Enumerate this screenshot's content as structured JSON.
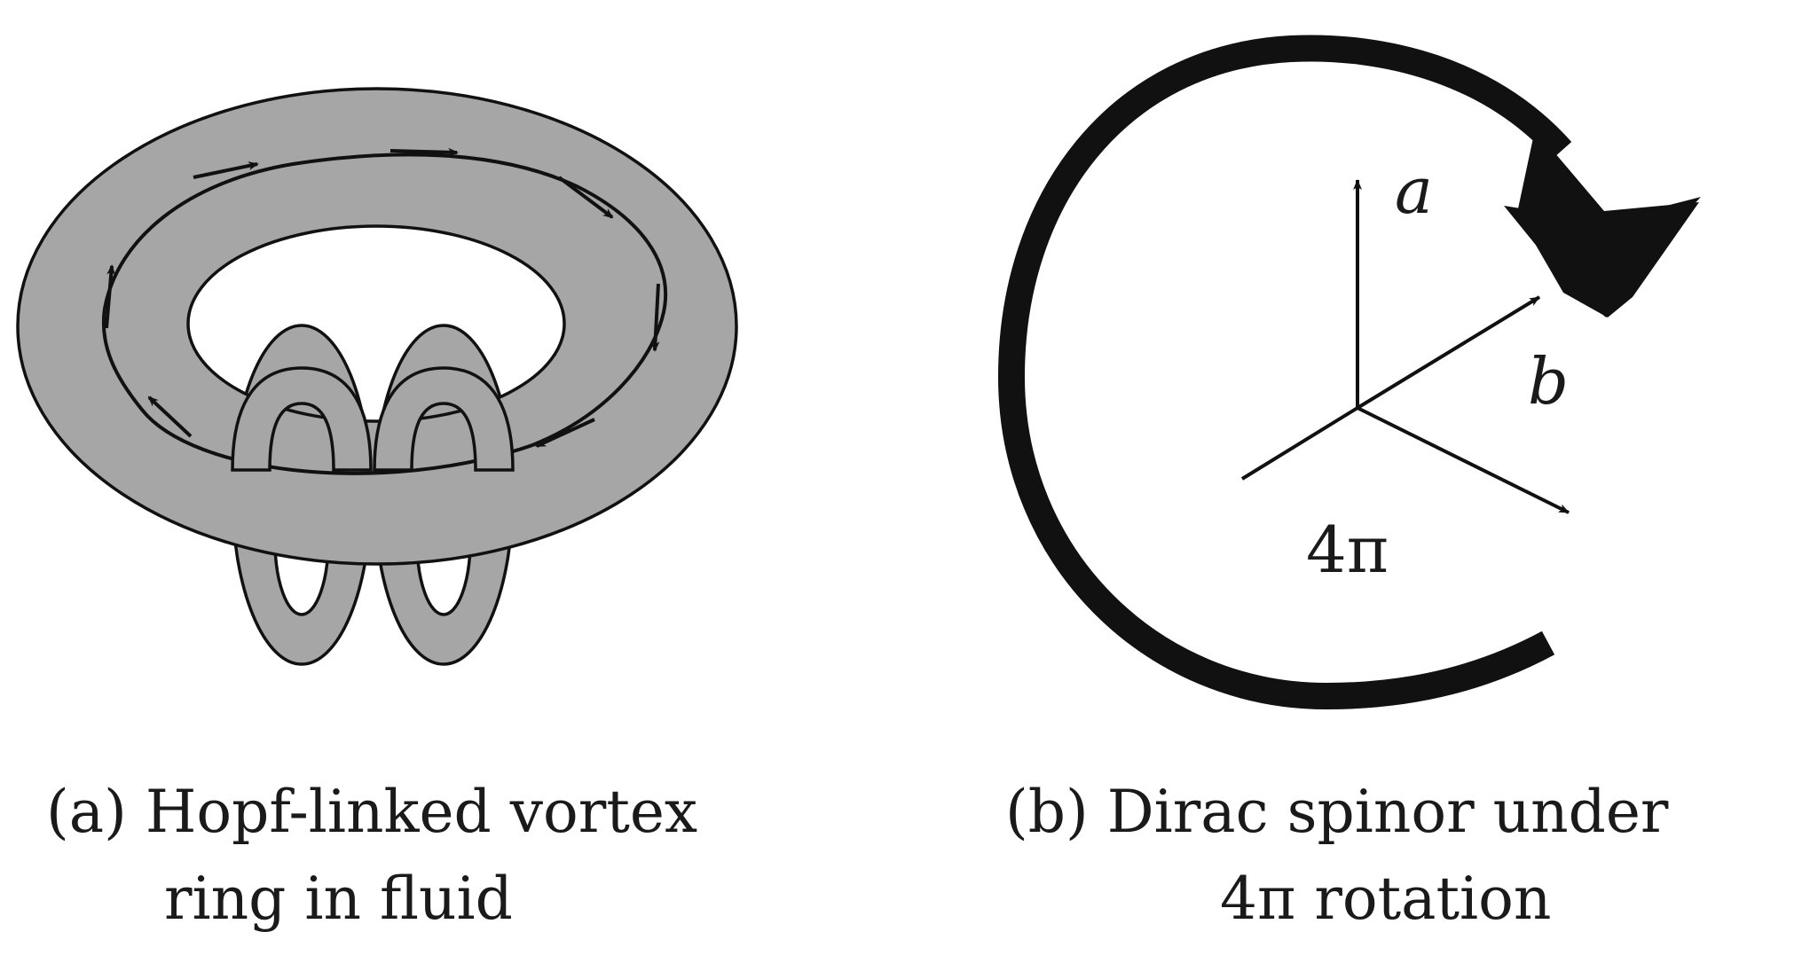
{
  "panel_a": {
    "caption_line1": "(a) Hopf-linked vortex",
    "caption_line2": "ring in fluid"
  },
  "panel_b": {
    "caption_line1": "(b) Dirac spinor under",
    "caption_line2": "4π rotation",
    "axis_a_label": "a",
    "axis_b_label": "b",
    "rotation_label": "4π"
  },
  "colors": {
    "fill_gray": "#a6a6a6",
    "stroke": "#111111",
    "background": "#ffffff"
  }
}
